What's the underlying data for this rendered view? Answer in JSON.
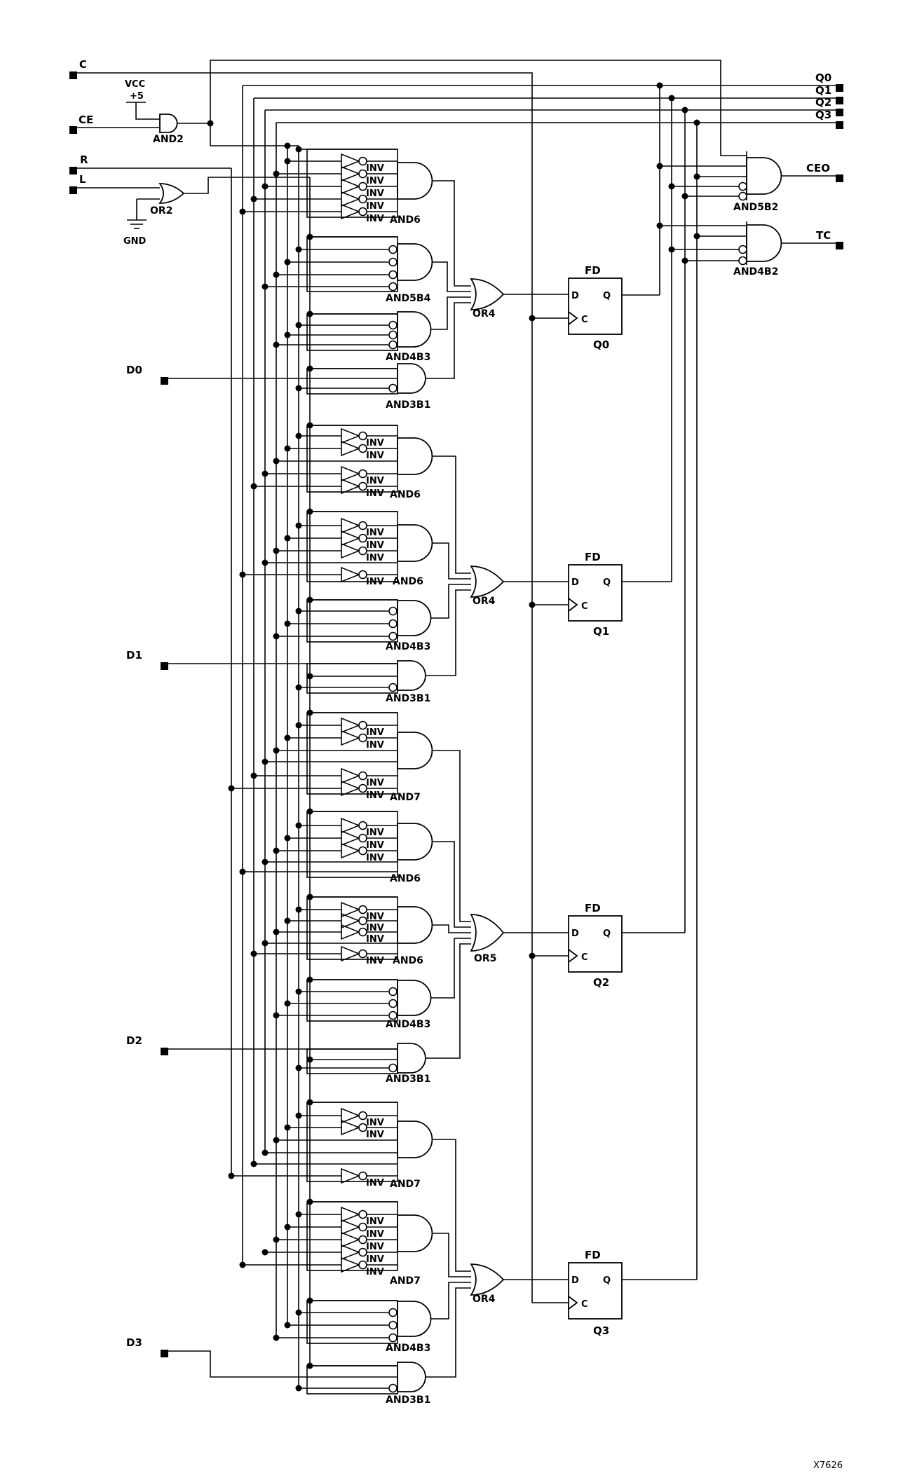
{
  "figure_id": "X7626",
  "colors": {
    "line": "#000000",
    "background": "#ffffff"
  },
  "io": {
    "c": "C",
    "ce": "CE",
    "r": "R",
    "l": "L",
    "d0": "D0",
    "d1": "D1",
    "d2": "D2",
    "d3": "D3",
    "q0": "Q0",
    "q1": "Q1",
    "q2": "Q2",
    "q3": "Q3",
    "ceo": "CEO",
    "tc": "TC"
  },
  "power": {
    "vcc": "VCC",
    "plus5": "+5",
    "gnd": "GND"
  },
  "gates": {
    "and2": "AND2",
    "or2": "OR2",
    "and5b2": "AND5B2",
    "and4b2": "AND4B2",
    "inv": "INV",
    "fd": "FD",
    "d": "D",
    "q": "Q",
    "c": "C"
  },
  "blocks": [
    {
      "bit": "Q0",
      "or": "OR4",
      "gates": [
        "AND6",
        "AND5B4",
        "AND4B3",
        "AND3B1"
      ]
    },
    {
      "bit": "Q1",
      "or": "OR4",
      "gates": [
        "AND6",
        "AND6",
        "AND4B3",
        "AND3B1"
      ]
    },
    {
      "bit": "Q2",
      "or": "OR5",
      "gates": [
        "AND7",
        "AND6",
        "AND6",
        "AND4B3",
        "AND3B1"
      ]
    },
    {
      "bit": "Q3",
      "or": "OR4",
      "gates": [
        "AND7",
        "AND7",
        "AND4B3",
        "AND3B1"
      ]
    }
  ]
}
